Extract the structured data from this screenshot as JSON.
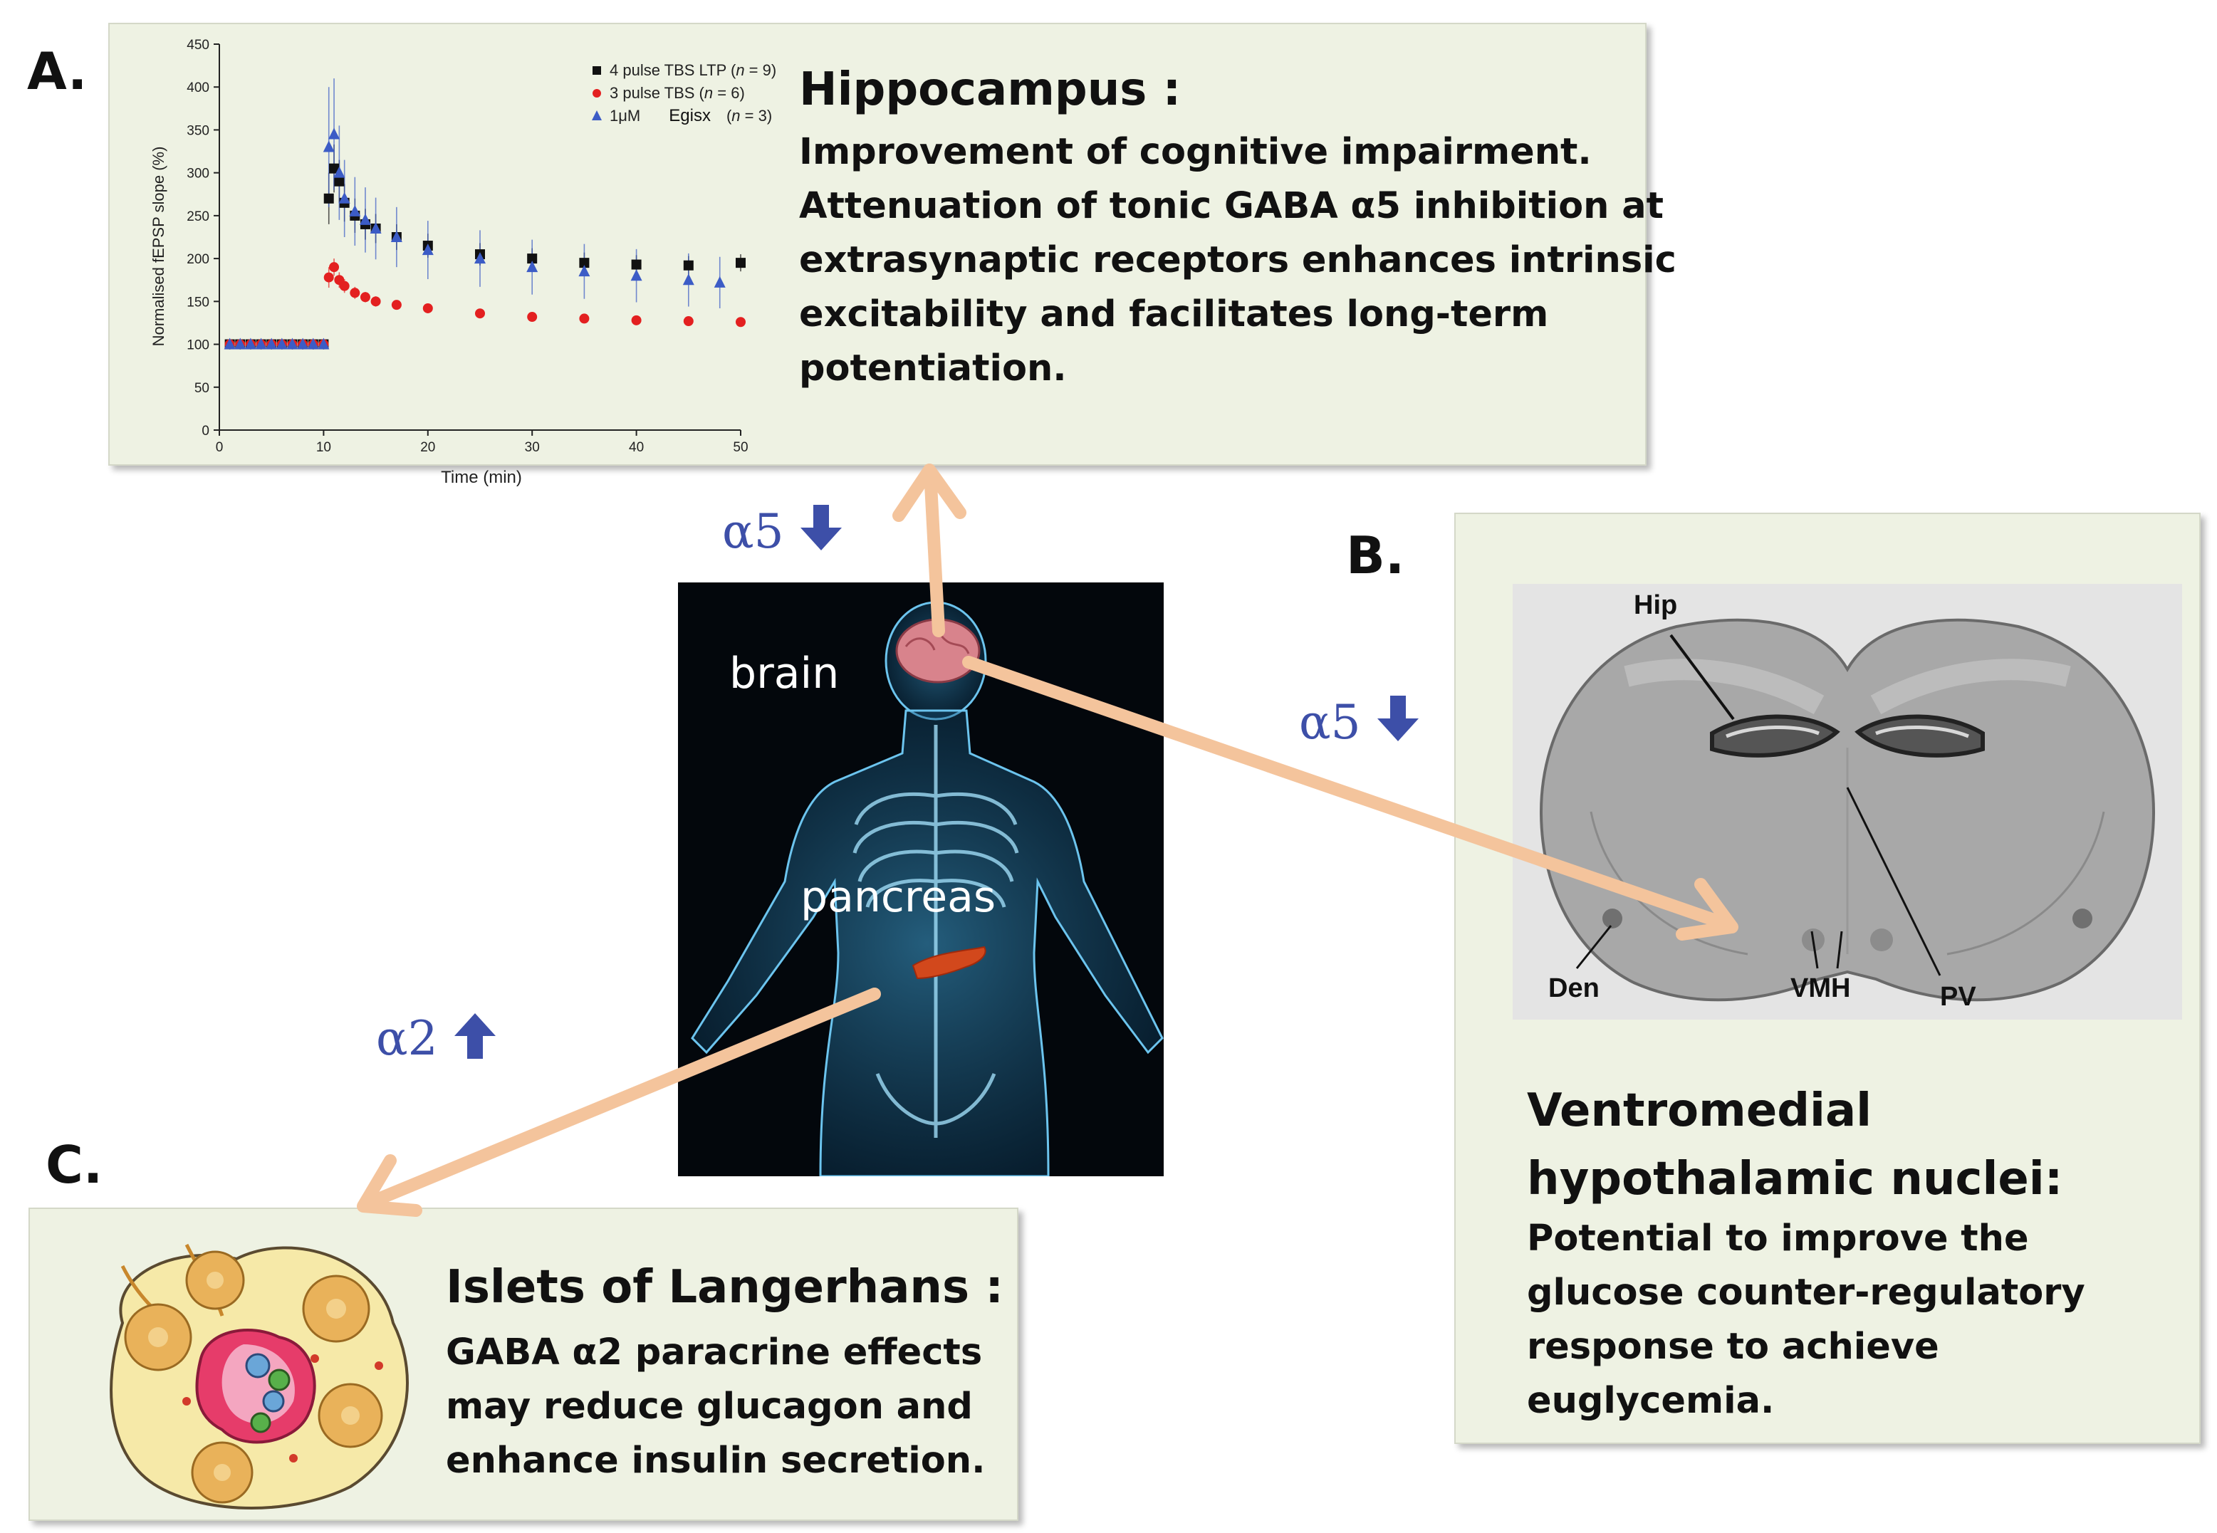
{
  "panel_a": {
    "letter": "A.",
    "title": "Hippocampus :",
    "lines": [
      "Improvement of cognitive impairment.",
      "Attenuation of tonic GABA α5 inhibition at",
      "extrasynaptic receptors enhances intrinsic",
      "excitability and facilitates long-term",
      "potentiation."
    ]
  },
  "panel_b": {
    "letter": "B.",
    "title_lines": [
      "Ventromedial",
      "hypothalamic nuclei:"
    ],
    "lines": [
      "Potential to improve the",
      "glucose counter-regulatory",
      "response to achieve",
      "euglycemia."
    ],
    "brain_labels": {
      "hip": "Hip",
      "den": "Den",
      "vmh": "VMH",
      "pv": "PV"
    }
  },
  "panel_c": {
    "letter": "C.",
    "title": "Islets of Langerhans :",
    "lines": [
      "GABA α2 paracrine effects",
      "may reduce glucagon  and",
      "enhance insulin secretion."
    ]
  },
  "body_figure": {
    "brain_label": "brain",
    "pancreas_label": "pancreas"
  },
  "subunits": {
    "top": "α5",
    "right": "α5",
    "left": "α2"
  },
  "colors": {
    "panel_bg": "#eef2e3",
    "arrow": "#f4c49c",
    "subunit": "#3d4fa8",
    "series_black": "#111111",
    "series_red": "#e32020",
    "series_blue": "#3c5cc6"
  },
  "chart_data": {
    "type": "scatter",
    "xlabel": "Time (min)",
    "ylabel": "Normalised fEPSP slope (%)",
    "xlim": [
      0,
      50
    ],
    "ylim": [
      0,
      450
    ],
    "xticks": [
      0,
      10,
      20,
      30,
      40,
      50
    ],
    "yticks": [
      0,
      50,
      100,
      150,
      200,
      250,
      300,
      350,
      400,
      450
    ],
    "legend_position": "top-right",
    "series": [
      {
        "name": "4 pulse TBS LTP (n = 9)",
        "legend": {
          "main": "4 pulse TBS LTP (",
          "italic": "n",
          "rest": " = 9)"
        },
        "marker": "square",
        "color": "#111111",
        "x": [
          1,
          2,
          3,
          4,
          5,
          6,
          7,
          8,
          9,
          10,
          10.5,
          11,
          11.5,
          12,
          13,
          14,
          15,
          17,
          20,
          25,
          30,
          35,
          40,
          45,
          50
        ],
        "y": [
          100,
          100,
          100,
          100,
          100,
          100,
          100,
          100,
          100,
          100,
          270,
          305,
          290,
          265,
          250,
          240,
          235,
          225,
          215,
          205,
          200,
          195,
          193,
          192,
          195
        ],
        "error": [
          6,
          6,
          6,
          6,
          6,
          6,
          6,
          6,
          6,
          6,
          30,
          28,
          25,
          22,
          20,
          18,
          17,
          15,
          14,
          13,
          12,
          12,
          11,
          11,
          10
        ]
      },
      {
        "name": "3 pulse TBS (n = 6)",
        "legend": {
          "main": "3 pulse TBS (",
          "italic": "n",
          "rest": " = 6)"
        },
        "marker": "circle",
        "color": "#e32020",
        "x": [
          1,
          2,
          3,
          4,
          5,
          6,
          7,
          8,
          9,
          10,
          10.5,
          11,
          11.5,
          12,
          13,
          14,
          15,
          17,
          20,
          25,
          30,
          35,
          40,
          45,
          50
        ],
        "y": [
          100,
          100,
          100,
          100,
          100,
          100,
          100,
          100,
          100,
          100,
          178,
          190,
          175,
          168,
          160,
          155,
          150,
          146,
          142,
          136,
          132,
          130,
          128,
          127,
          126
        ],
        "error": [
          4,
          4,
          4,
          4,
          4,
          4,
          4,
          4,
          4,
          4,
          12,
          10,
          9,
          8,
          7,
          6,
          6,
          5,
          5,
          5,
          4,
          4,
          4,
          4,
          4
        ]
      },
      {
        "name": "1μM Egisx (n = 3)",
        "legend": {
          "main": "1μM",
          "name": "Egisx",
          "italic": "n",
          "rest": " = 3)"
        },
        "marker": "triangle",
        "color": "#3c5cc6",
        "x": [
          1,
          2,
          3,
          4,
          5,
          6,
          7,
          8,
          9,
          10,
          10.5,
          11,
          11.5,
          12,
          13,
          14,
          15,
          17,
          20,
          25,
          30,
          35,
          40,
          45,
          48
        ],
        "y": [
          100,
          100,
          100,
          100,
          100,
          100,
          100,
          100,
          100,
          100,
          330,
          345,
          300,
          270,
          255,
          245,
          235,
          225,
          210,
          200,
          190,
          185,
          180,
          175,
          172
        ],
        "error": [
          5,
          5,
          5,
          5,
          5,
          5,
          5,
          5,
          5,
          5,
          70,
          65,
          55,
          45,
          40,
          38,
          36,
          35,
          34,
          33,
          32,
          32,
          31,
          31,
          30
        ]
      }
    ]
  }
}
